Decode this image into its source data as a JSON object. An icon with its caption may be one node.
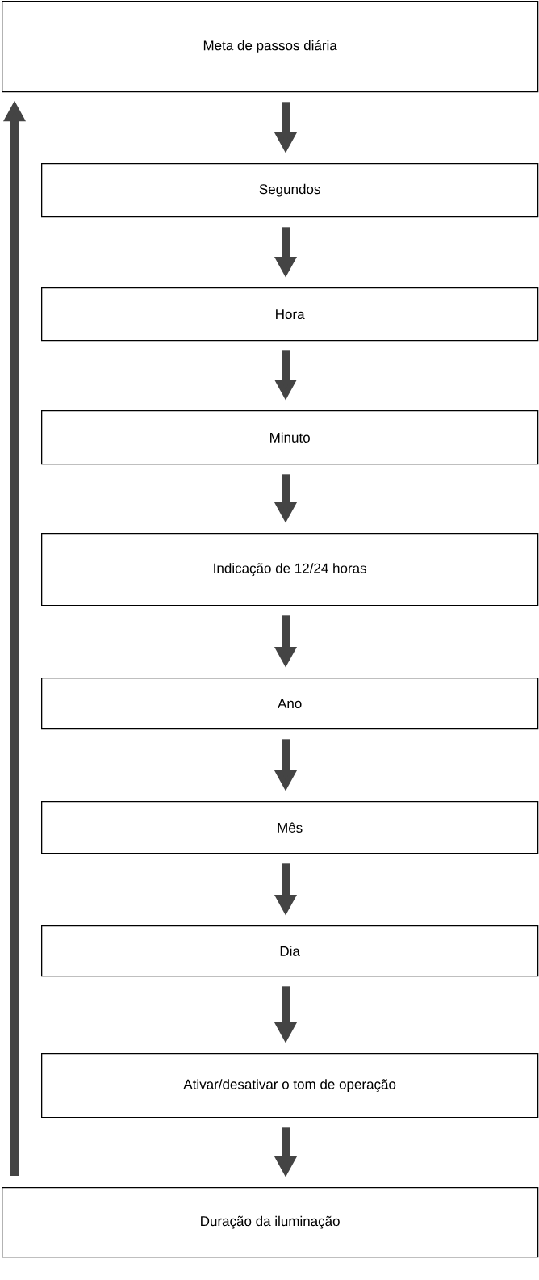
{
  "diagram": {
    "nodes": [
      {
        "text": [
          "Meta de passos diária"
        ]
      },
      {
        "text": [
          "Segundos"
        ]
      },
      {
        "text": [
          "Hora"
        ]
      },
      {
        "text": [
          "Minuto"
        ]
      },
      {
        "text": [
          "Indicação de 12/24 horas"
        ]
      },
      {
        "text": [
          "Ano"
        ]
      },
      {
        "text": [
          "Mês"
        ]
      },
      {
        "text": [
          "Dia"
        ]
      },
      {
        "text": [
          "Ativar/desativar o tom de operação"
        ]
      },
      {
        "text": [
          "Duração da iluminação"
        ]
      }
    ],
    "edges": [
      {
        "from": 0,
        "to": 1,
        "arrow": "to"
      },
      {
        "from": 1,
        "to": 2,
        "arrow": "to"
      },
      {
        "from": 2,
        "to": 3,
        "arrow": "to"
      },
      {
        "from": 3,
        "to": 4,
        "arrow": "to"
      },
      {
        "from": 4,
        "to": 5,
        "arrow": "to"
      },
      {
        "from": 5,
        "to": 6,
        "arrow": "to"
      },
      {
        "from": 6,
        "to": 7,
        "arrow": "to"
      },
      {
        "from": 7,
        "to": 8,
        "arrow": "to"
      },
      {
        "from": 8,
        "to": 9,
        "arrow": "to"
      },
      {
        "from": 9,
        "to": 0,
        "arrow": "to"
      }
    ]
  }
}
